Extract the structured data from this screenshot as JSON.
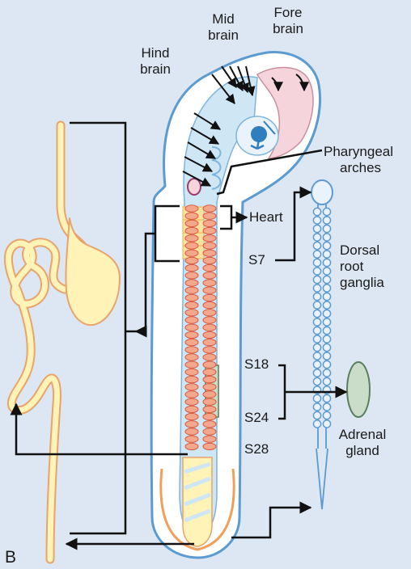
{
  "panel_letter": "B",
  "labels": {
    "mid_brain_1": "Mid",
    "mid_brain_2": "brain",
    "fore_brain_1": "Fore",
    "fore_brain_2": "brain",
    "hind_brain_1": "Hind",
    "hind_brain_2": "brain",
    "pharyngeal_1": "Pharyngeal",
    "pharyngeal_2": "arches",
    "heart": "Heart",
    "s7": "S7",
    "dorsal_1": "Dorsal",
    "dorsal_2": "root",
    "dorsal_3": "ganglia",
    "s18": "S18",
    "s24": "S24",
    "s28": "S28",
    "adrenal_1": "Adrenal",
    "adrenal_2": "gland"
  },
  "colors": {
    "background": "#dde7f3",
    "embryo_fill": "#ffffff",
    "embryo_outline": "#5b9bd0",
    "neural_tube": "#cfe6f5",
    "somite": "#f4a78a",
    "somite_outline": "#d9583f",
    "heart_region": "#ffe3a3",
    "gut": "#fff3b8",
    "forebrain": "#f6d4dc",
    "adrenal": "#c9ddc8",
    "adrenal_outline": "#5a7f60",
    "arrow": "#111111"
  }
}
